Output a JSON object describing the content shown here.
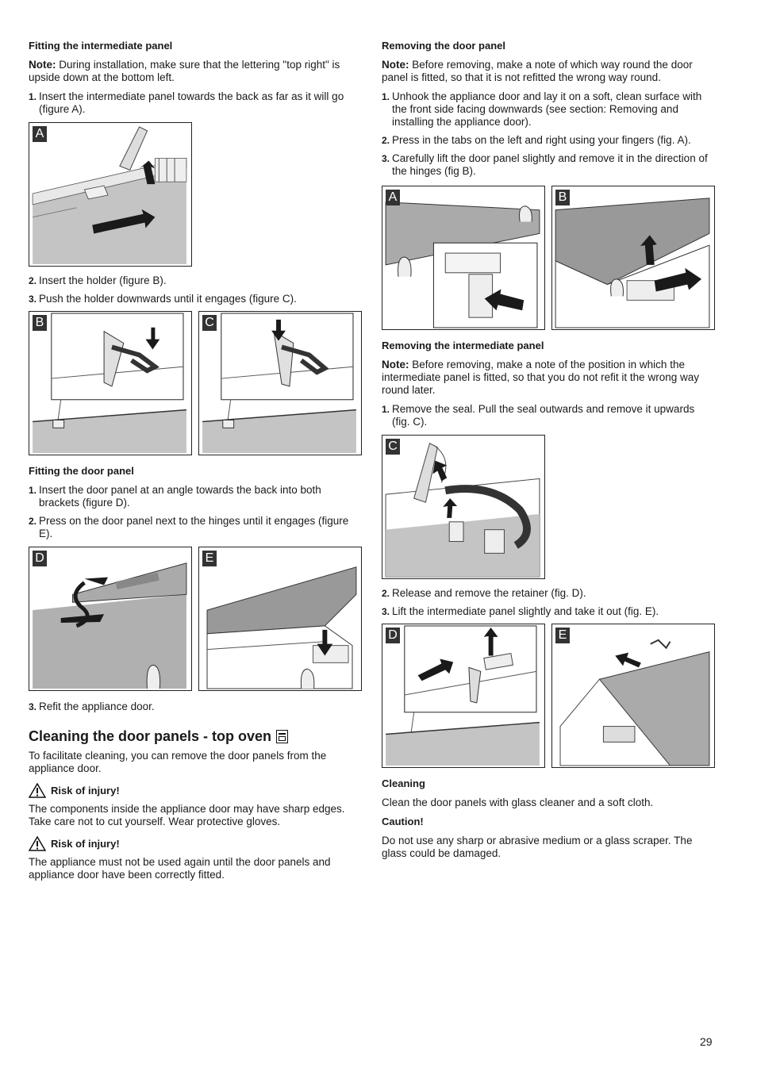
{
  "left": {
    "fit_intermediate": {
      "heading": "Fitting the intermediate panel",
      "note_label": "Note:",
      "note_text": "During installation, make sure that the lettering \"top right\" is upside down at the bottom left.",
      "step1_num": "1.",
      "step1": "Insert the intermediate panel towards the back as far as it will go (figure A).",
      "fig_a_label": "A",
      "step2_num": "2.",
      "step2": "Insert the holder (figure B).",
      "step3_num": "3.",
      "step3": "Push the holder downwards until it engages (figure C).",
      "fig_b_label": "B",
      "fig_c_label": "C"
    },
    "fit_door": {
      "heading": "Fitting the door panel",
      "step1_num": "1.",
      "step1": "Insert the door panel at an angle towards the back into both brackets (figure D).",
      "step2_num": "2.",
      "step2": "Press on the door panel next to the hinges until it engages (figure E).",
      "fig_d_label": "D",
      "fig_e_label": "E",
      "step3_num": "3.",
      "step3": "Refit the appliance door."
    },
    "cleaning_section": {
      "heading": "Cleaning the door panels - top oven",
      "icon": "oven-icon",
      "intro": "To facilitate cleaning, you can remove the door panels from the appliance door.",
      "warn1_title": "Risk of injury!",
      "warn1_text": "The components inside the appliance door may have sharp edges. Take care not to cut yourself. Wear protective gloves.",
      "warn2_title": "Risk of injury!",
      "warn2_text": "The appliance must not be used again until the door panels and appliance door have been correctly fitted."
    }
  },
  "right": {
    "remove_door": {
      "heading": "Removing the door panel",
      "note_label": "Note:",
      "note_text": "Before removing, make a note of which way round the door panel is fitted, so that it is not refitted the wrong way round.",
      "step1_num": "1.",
      "step1": "Unhook the appliance door and lay it on a soft, clean surface with the front side facing downwards (see section: Removing and installing the appliance door).",
      "step2_num": "2.",
      "step2": "Press in the tabs on the left and right using your fingers (fig. A).",
      "step3_num": "3.",
      "step3": "Carefully lift the door panel slightly and remove it in the direction of the hinges (fig B).",
      "fig_a_label": "A",
      "fig_b_label": "B"
    },
    "remove_intermediate": {
      "heading": "Removing the intermediate panel",
      "note_label": "Note:",
      "note_text": "Before removing, make a note of the position in which the intermediate panel is fitted, so that you do not refit it the wrong way round later.",
      "step1_num": "1.",
      "step1": "Remove the seal. Pull the seal outwards and remove it upwards (fig. C).",
      "fig_c_label": "C",
      "step2_num": "2.",
      "step2": "Release and remove the retainer (fig. D).",
      "step3_num": "3.",
      "step3": "Lift the intermediate panel slightly and take it out (fig. E).",
      "fig_d_label": "D",
      "fig_e_label": "E"
    },
    "cleaning": {
      "heading": "Cleaning",
      "text": "Clean the door panels with glass cleaner and a soft cloth.",
      "caution_heading": "Caution!",
      "caution_text": "Do not use any sharp or abrasive medium or a glass scraper. The glass could be damaged."
    }
  },
  "page_number": "29",
  "colors": {
    "panel_grey": "#b8b8b8",
    "arrow": "#1a1a1a",
    "label_bg": "#333333"
  }
}
